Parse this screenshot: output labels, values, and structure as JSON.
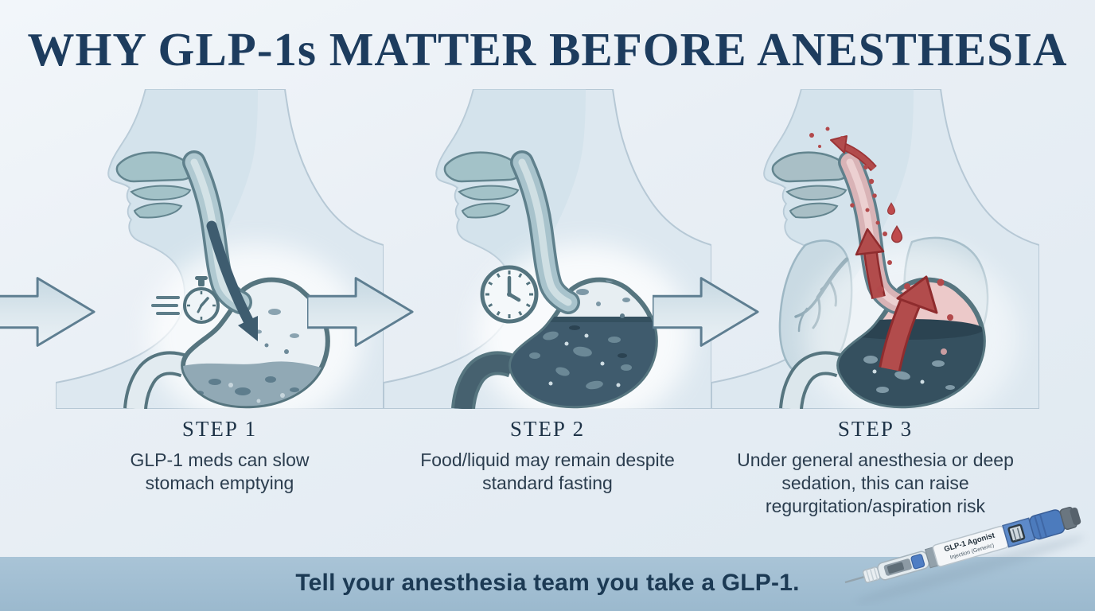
{
  "title": "WHY GLP-1s MATTER BEFORE ANESTHESIA",
  "steps": [
    {
      "label": "STEP 1",
      "description": "GLP-1 meds can slow stomach emptying",
      "icon": "stopwatch-icon"
    },
    {
      "label": "STEP 2",
      "description": "Food/liquid may remain despite standard fasting",
      "icon": "clock-icon"
    },
    {
      "label": "STEP 3",
      "description": "Under general anesthesia or deep sedation, this can raise regurgitation/aspiration risk",
      "icon": "reflux-arrows-icon"
    }
  ],
  "flow_arrow_icon": "right-arrow-icon",
  "banner": {
    "message": "Tell your anesthesia team you take a GLP-1."
  },
  "pen": {
    "label_line1": "GLP-1 Agonist",
    "label_line2": "Injection (Generic)"
  },
  "colors": {
    "title_text": "#1d3c5e",
    "banner_bg": "#9fbdd2",
    "banner_text": "#1c3a54",
    "slate_outline": "#56757f",
    "reflux_red": "#b24c4c",
    "stomach_contents": "#3f5b6d"
  }
}
